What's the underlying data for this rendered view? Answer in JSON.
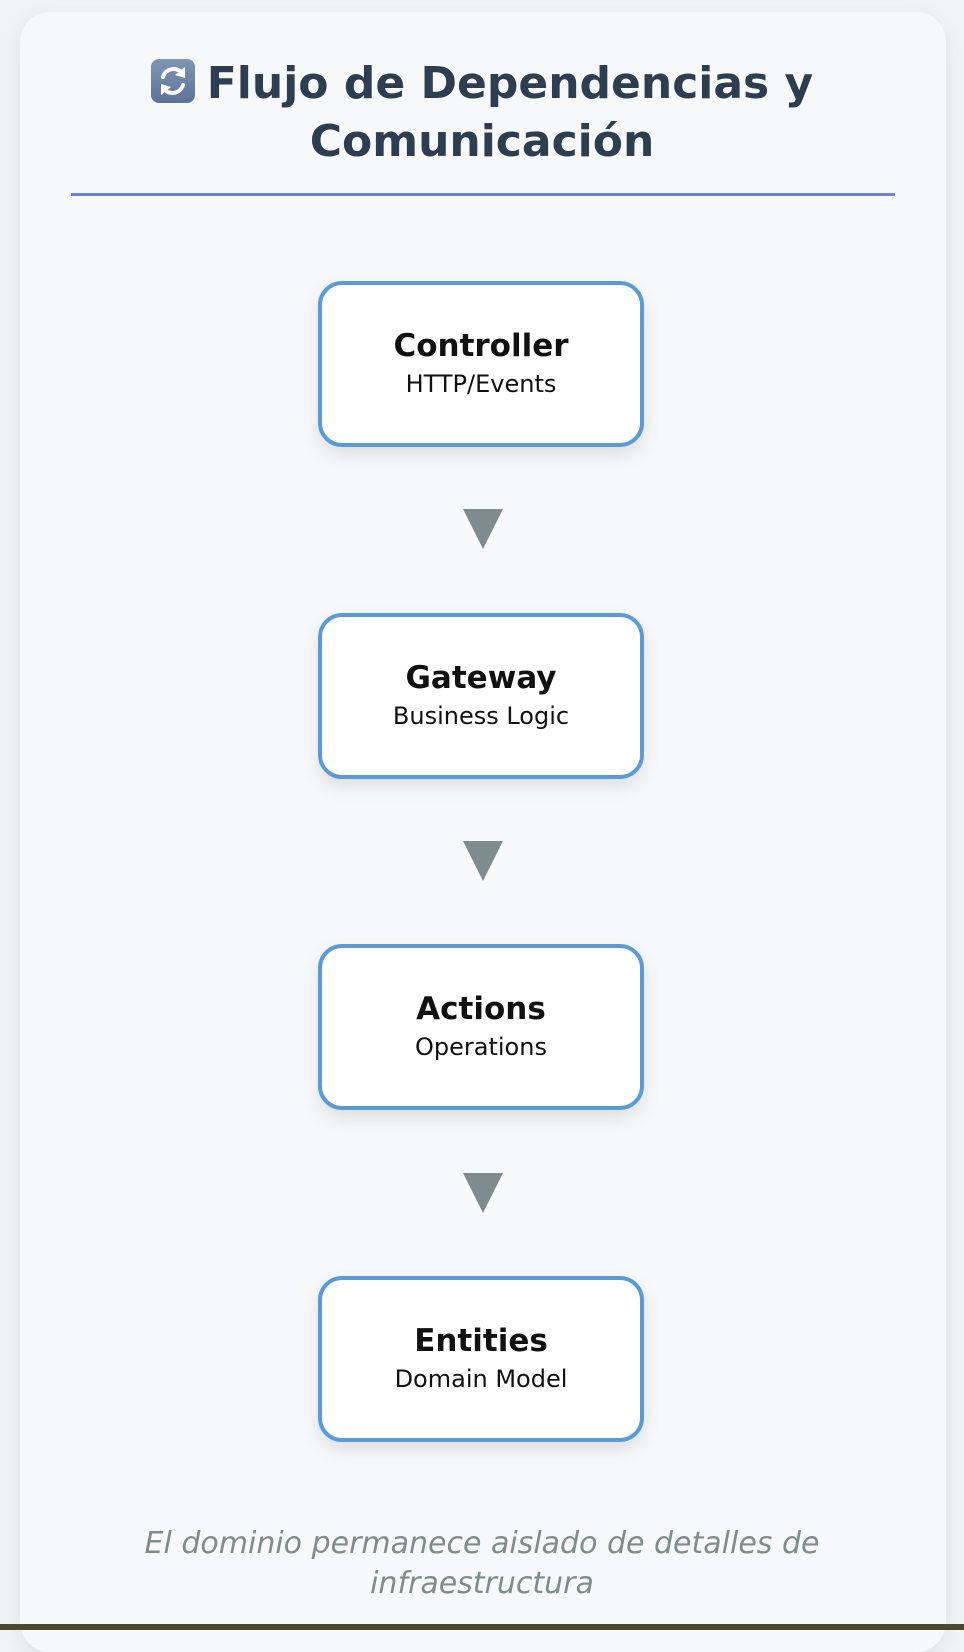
{
  "diagram": {
    "title": "Flujo de Dependencias y Comunicación",
    "title_icon": "refresh-icon",
    "nodes": [
      {
        "name": "Controller",
        "description": "HTTP/Events"
      },
      {
        "name": "Gateway",
        "description": "Business Logic"
      },
      {
        "name": "Actions",
        "description": "Operations"
      },
      {
        "name": "Entities",
        "description": "Domain Model"
      }
    ],
    "arrow_icon": "arrow-down-icon",
    "caption": "El dominio permanece aislado de detalles de infraestructura"
  },
  "colors": {
    "title": "#2c3e50",
    "rule": "#6b83dd",
    "node_border": "#5b9bd5",
    "arrow": "#7f8c8d",
    "caption": "#7f8c8d"
  }
}
